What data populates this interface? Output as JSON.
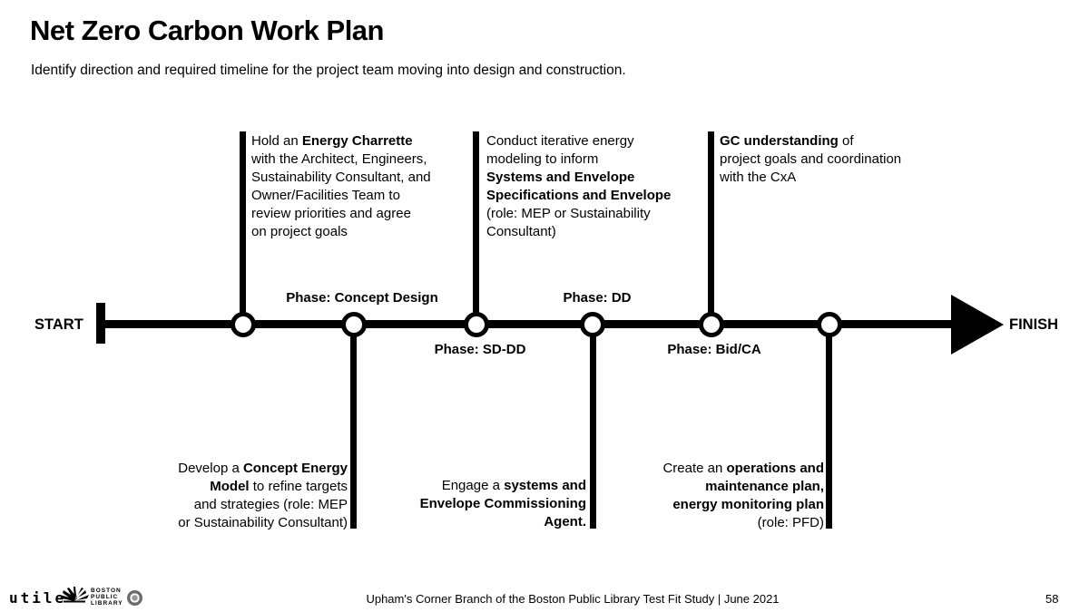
{
  "slide": {
    "title": "Net Zero Carbon Work Plan",
    "subtitle": "Identify direction and required timeline for the project team moving into design and construction."
  },
  "timeline": {
    "start_label": "START",
    "finish_label": "FINISH",
    "phase_labels": [
      {
        "label": "Phase: Concept Design",
        "position": "above-line"
      },
      {
        "label": "Phase: SD-DD",
        "position": "below-line"
      },
      {
        "label": "Phase: DD",
        "position": "above-line"
      },
      {
        "label": "Phase: Bid/CA",
        "position": "below-line"
      }
    ],
    "notes": [
      {
        "id": "energy-charrette",
        "side": "above",
        "segments": [
          {
            "t": "Hold an ",
            "b": false
          },
          {
            "t": "Energy Charrette",
            "b": true
          },
          {
            "t": "\nwith the Architect, Engineers,\nSustainability Consultant, and\nOwner/Facilities Team to\nreview priorities and agree\non project goals",
            "b": false
          }
        ]
      },
      {
        "id": "concept-energy-model",
        "side": "below",
        "segments": [
          {
            "t": "Develop a ",
            "b": false
          },
          {
            "t": "Concept Energy\nModel",
            "b": true
          },
          {
            "t": " to refine targets\nand strategies (role: MEP\nor Sustainability Consultant)",
            "b": false
          }
        ]
      },
      {
        "id": "iterative-energy-modeling",
        "side": "above",
        "segments": [
          {
            "t": "Conduct iterative energy\nmodeling to inform\n",
            "b": false
          },
          {
            "t": "Systems and Envelope\nSpecifications and Envelope",
            "b": true
          },
          {
            "t": "\n(role: MEP or Sustainability\nConsultant)",
            "b": false
          }
        ]
      },
      {
        "id": "commissioning-agent",
        "side": "below",
        "segments": [
          {
            "t": "Engage a ",
            "b": false
          },
          {
            "t": "systems and\nEnvelope Commissioning\nAgent.",
            "b": true
          }
        ]
      },
      {
        "id": "gc-understanding",
        "side": "above",
        "segments": [
          {
            "t": "GC understanding",
            "b": true
          },
          {
            "t": " of\nproject goals and coordination\nwith the CxA",
            "b": false
          }
        ]
      },
      {
        "id": "om-plan",
        "side": "below",
        "segments": [
          {
            "t": "Create an ",
            "b": false
          },
          {
            "t": "operations and\nmaintenance plan,\nenergy monitoring plan",
            "b": true
          },
          {
            "t": "\n(role: PFD)",
            "b": false
          }
        ]
      }
    ]
  },
  "footer": {
    "utile_logo_text": "utile",
    "bpl_logo_lines": [
      "BOSTON",
      "PUBLIC",
      "LIBRARY"
    ],
    "caption": "Upham's Corner Branch of the Boston Public Library Test Fit Study | June 2021",
    "page_number": "58"
  },
  "colors": {
    "ink": "#000000",
    "background": "#ffffff",
    "seal_gray": "#6b6b6b"
  }
}
